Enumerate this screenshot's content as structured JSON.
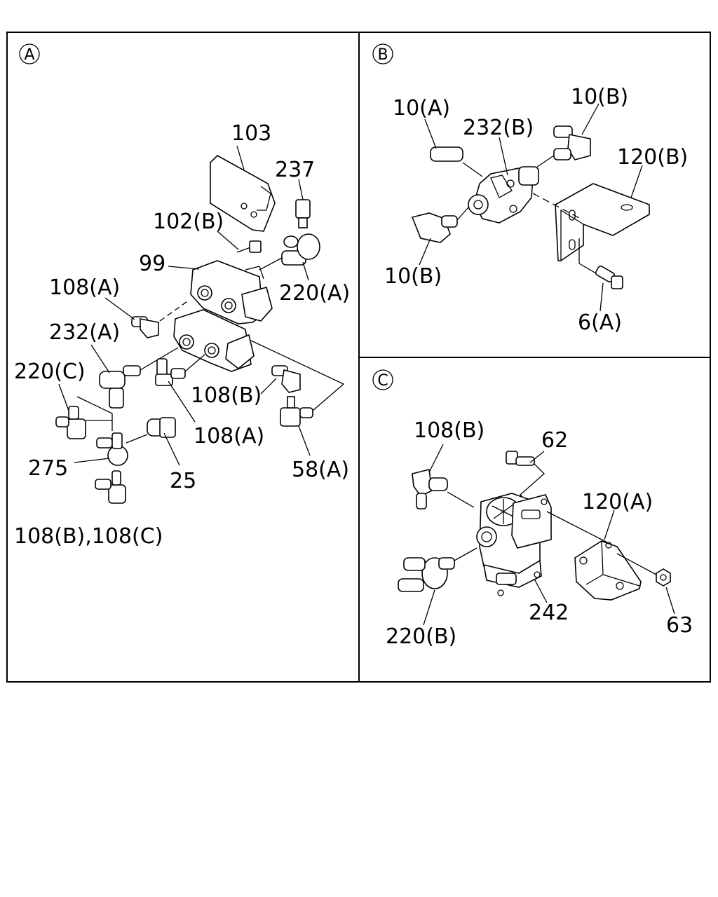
{
  "panels": {
    "A": {
      "marker": "A",
      "labels": {
        "l103": "103",
        "l237": "237",
        "l102b": "102(B)",
        "l99": "99",
        "l220a": "220(A)",
        "l108a_1": "108(A)",
        "l232a": "232(A)",
        "l220c": "220(C)",
        "l108b_1": "108(B)",
        "l108a_2": "108(A)",
        "l275": "275",
        "l25": "25",
        "l58a": "58(A)",
        "l108bc": "108(B),108(C)"
      }
    },
    "B": {
      "marker": "B",
      "labels": {
        "l10a": "10(A)",
        "l10b_top": "10(B)",
        "l232b": "232(B)",
        "l120b": "120(B)",
        "l10b_bottom": "10(B)",
        "l6a": "6(A)"
      }
    },
    "C": {
      "marker": "C",
      "labels": {
        "l108b": "108(B)",
        "l62": "62",
        "l120a": "120(A)",
        "l242": "242",
        "l220b": "220(B)",
        "l63": "63"
      }
    }
  }
}
